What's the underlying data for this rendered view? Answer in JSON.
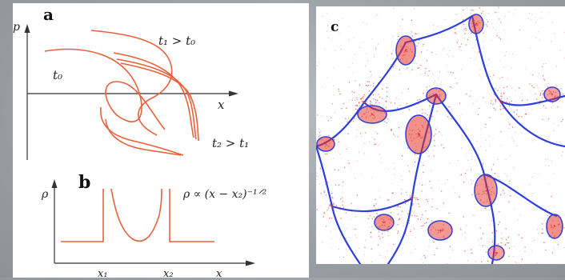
{
  "panel_a": {
    "letter": "a",
    "y_axis": "p",
    "x_axis": "x",
    "label_t0": "t₀",
    "label_t1": "t₁ > t₀",
    "label_t2": "t₂ > t₁"
  },
  "panel_b": {
    "letter": "b",
    "y_axis": "ρ",
    "formula": "ρ ∝ (x − x₂)⁻¹ᐟ²",
    "tick_x1": "x₁",
    "tick_x2": "x₂",
    "tick_x": "x"
  },
  "panel_c": {
    "letter": "c"
  },
  "colors": {
    "curve": "#e8603c",
    "particles_red": "#e8342a",
    "particles_blue": "#2d3ee0",
    "axis": "#333333"
  }
}
